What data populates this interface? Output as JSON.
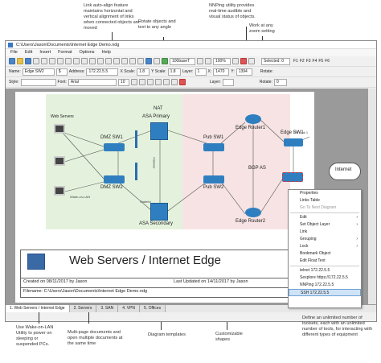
{
  "annotations": {
    "auto_align": "Link auto-align feature maintains horizontal and vertical alignment of links when connected objects are moved",
    "rotate": "Rotate objects and text to any angle",
    "nnping": "NNPing utility provides real-time audible and visual status of objects.",
    "zoom": "Work at any zoom setting",
    "wake_on_lan": "Use Wake-on-LAN Utility to power on sleeping or suspended PCs.",
    "multipage": "Multi-page documents and open multiple documents at the same time",
    "templates": "Diagram templates",
    "shapes": "Customizable shapes",
    "toolsets": "Define an unlimited number of toolsets, each with an unlimited number of tools, for interacting with different types of equipment"
  },
  "window": {
    "title": "C:\\Users\\Jason\\Documents\\Internet Edge Demo.ndg",
    "menu": [
      "File",
      "Edit",
      "Insert",
      "Format",
      "Options",
      "Help"
    ]
  },
  "toolbar1": {
    "basetype": "100baseT",
    "zoom": "100%",
    "selected": "Selected: 0",
    "function_keys": [
      "F1",
      "F2",
      "F3",
      "F4",
      "F5",
      "F6"
    ]
  },
  "toolbar2": {
    "name_label": "Name:",
    "name_value": "Edge SW2",
    "dollar": "$",
    "address_label": "Address:",
    "address_value": "172.22.5.5",
    "xscale_label": "X Scale:",
    "xscale_value": "1.8",
    "yscale_label": "Y Scale:",
    "yscale_value": "1.8",
    "layer_label": "Layer:",
    "layer_value": "1",
    "x_label": "X:",
    "x_value": "1470",
    "y_label": "Y:",
    "y_value": "1394",
    "rotate_label": "Rotate:"
  },
  "toolbar3": {
    "style_label": "Style:",
    "font_label": "Font:",
    "font_value": "Arial",
    "size_value": "10",
    "layer_label": "Layer:",
    "rotate_label": "Rotate:",
    "rotate_value": "0"
  },
  "diagram": {
    "web_servers": "Web Servers",
    "wol_label": "Wake-on-LAN",
    "nat": "NAT",
    "asa_primary": "ASA Primary",
    "asa_secondary": "ASA Secondary",
    "dmz1": "DMZ SW1",
    "dmz2": "DMZ SW2",
    "pub1": "Pub SW1",
    "pub2": "Pub SW2",
    "edge_r1": "Edge Router1",
    "edge_r2": "Edge Router2",
    "edge_sw1": "Edge SW1",
    "bgp_as": "BGP AS",
    "isp_link": "ISP Link 1",
    "internet": "Internet",
    "failover": "Failover",
    "stateful": "Stateful"
  },
  "title_block": {
    "title": "Web Servers / Internet Edge",
    "created": "Created on 08/11/2017 by Jason",
    "updated": "Last Updated on 14/11/2017 by Jason",
    "filename": "Filename: C:\\Users\\Jason\\Documents\\Internet Edge Demo.ndg"
  },
  "tabs": [
    "1. Web Servers / Internet Edge",
    "2. Servers",
    "3. SAN",
    "4. VPN",
    "5. Offices"
  ],
  "context_menu": [
    {
      "label": "Properties",
      "state": "normal"
    },
    {
      "label": "Links Table",
      "state": "normal"
    },
    {
      "label": "Go To Next Diagram",
      "state": "disabled"
    },
    {
      "label": "Edit",
      "state": "submenu"
    },
    {
      "label": "Set Object Layer",
      "state": "submenu"
    },
    {
      "label": "Link",
      "state": "normal"
    },
    {
      "label": "Grouping",
      "state": "submenu"
    },
    {
      "label": "Lock",
      "state": "submenu"
    },
    {
      "label": "Bookmark Object",
      "state": "normal"
    },
    {
      "label": "Edit Float Text",
      "state": "normal"
    },
    {
      "label": "telnet 172.22.5.5",
      "state": "normal"
    },
    {
      "label": "Sexplore https://172.22.5.5",
      "state": "normal"
    },
    {
      "label": "NNPing 172.22.5.5",
      "state": "normal"
    },
    {
      "label": "SSH 172.22.5.5",
      "state": "highlighted"
    }
  ],
  "colors": {
    "green_region": "#e4f2dd",
    "red_region": "#f7e3e3",
    "switch": "#2f7fc0",
    "highlight": "#cfe3f7"
  }
}
